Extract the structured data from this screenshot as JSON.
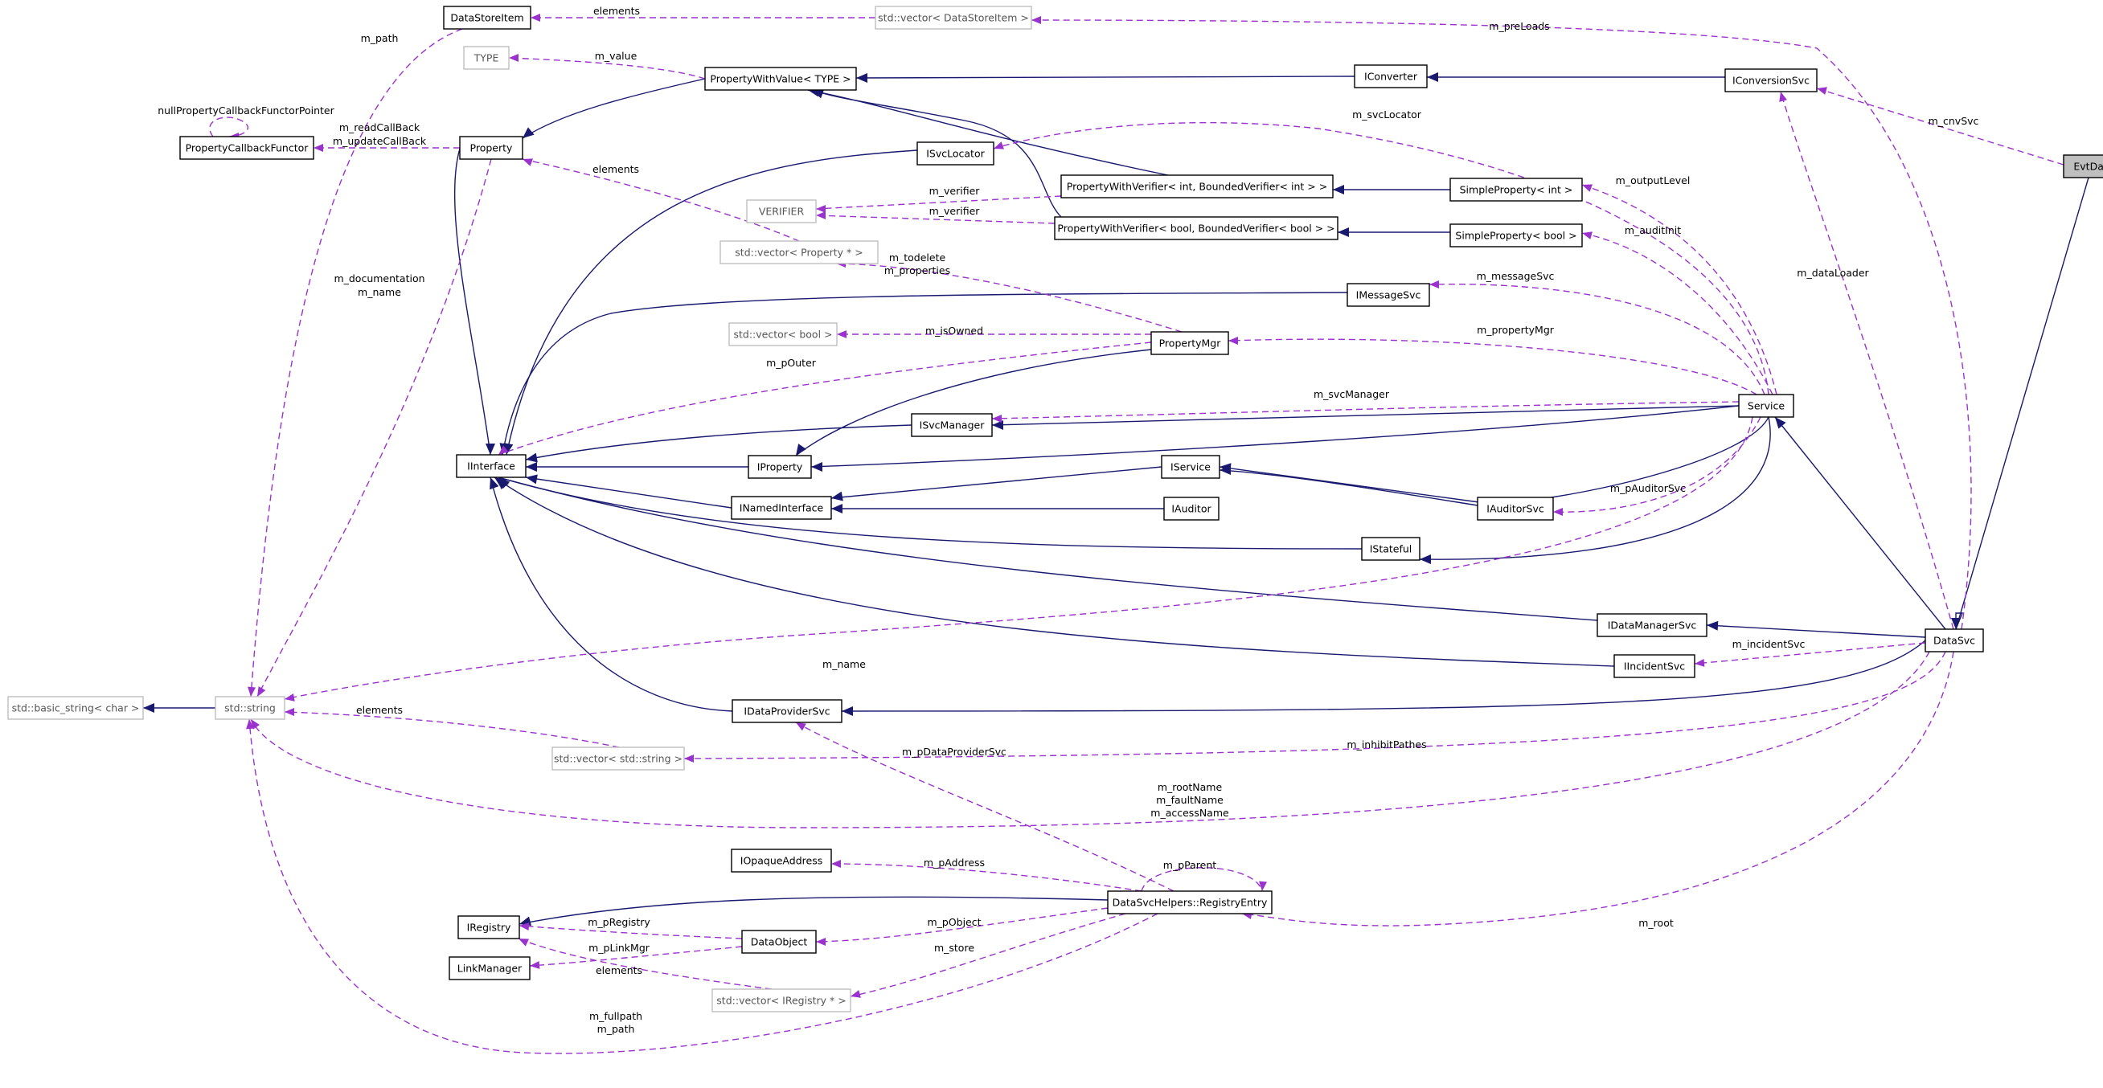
{
  "diagram": {
    "title": "",
    "nodes": {
      "dataStoreItem": "DataStoreItem",
      "vecDataStoreItem": "std::vector< DataStoreItem >",
      "type": "TYPE",
      "propertyWithValue": "PropertyWithValue< TYPE >",
      "iConverter": "IConverter",
      "iConversionSvc": "IConversionSvc",
      "evtDataSvc": "EvtDataSvc",
      "propertyCallbackFunctor": "PropertyCallbackFunctor",
      "property": "Property",
      "iSvcLocator": "ISvcLocator",
      "pwvInt": "PropertyWithVerifier< int, BoundedVerifier< int > >",
      "simplePropertyInt": "SimpleProperty< int >",
      "verifier": "VERIFIER",
      "pwvBool": "PropertyWithVerifier< bool, BoundedVerifier< bool > >",
      "simplePropertyBool": "SimpleProperty< bool >",
      "vecProperty": "std::vector< Property * >",
      "iMessageSvc": "IMessageSvc",
      "vecBool": "std::vector< bool >",
      "propertyMgr": "PropertyMgr",
      "service": "Service",
      "iSvcManager": "ISvcManager",
      "iInterface": "IInterface",
      "iProperty": "IProperty",
      "iService": "IService",
      "iNamedInterface": "INamedInterface",
      "iAuditor": "IAuditor",
      "iAuditorSvc": "IAuditorSvc",
      "iStateful": "IStateful",
      "iDataManagerSvc": "IDataManagerSvc",
      "dataSvc": "DataSvc",
      "iIncidentSvc": "IIncidentSvc",
      "basicString": "std::basic_string< char >",
      "stdString": "std::string",
      "iDataProviderSvc": "IDataProviderSvc",
      "vecString": "std::vector< std::string >",
      "iOpaqueAddress": "IOpaqueAddress",
      "registryEntry": "DataSvcHelpers::RegistryEntry",
      "iRegistry": "IRegistry",
      "dataObject": "DataObject",
      "linkManager": "LinkManager",
      "vecIRegistry": "std::vector< IRegistry * >"
    },
    "edge_labels": {
      "elements_top": "elements",
      "m_preLoads": "m_preLoads",
      "m_path_top": "m_path",
      "m_value": "m_value",
      "nullPropertyCallbackFunctorPointer": "nullPropertyCallbackFunctorPointer",
      "m_readCallBack": "m_readCallBack",
      "m_updateCallBack": "m_updateCallBack",
      "m_cnvSvc": "m_cnvSvc",
      "m_svcLocator": "m_svcLocator",
      "elements_prop": "elements",
      "m_verifier_1": "m_verifier",
      "m_verifier_2": "m_verifier",
      "m_outputLevel": "m_outputLevel",
      "m_auditInit": "m_auditInit",
      "m_dataLoader": "m_dataLoader",
      "m_documentation": "m_documentation",
      "m_name_left": "m_name",
      "m_todelete": "m_todelete",
      "m_properties": "m_properties",
      "m_messageSvc": "m_messageSvc",
      "m_isOwned": "m_isOwned",
      "m_propertyMgr": "m_propertyMgr",
      "m_pOuter": "m_pOuter",
      "m_svcManager": "m_svcManager",
      "m_pAuditorSvc": "m_pAuditorSvc",
      "m_incidentSvc": "m_incidentSvc",
      "m_name_mid": "m_name",
      "elements_str": "elements",
      "m_pDataProviderSvc": "m_pDataProviderSvc",
      "m_inhibitPathes": "m_inhibitPathes",
      "m_rootName": "m_rootName",
      "m_faultName": "m_faultName",
      "m_accessName": "m_accessName",
      "m_pParent": "m_pParent",
      "m_pAddress": "m_pAddress",
      "m_pRegistry": "m_pRegistry",
      "m_pObject": "m_pObject",
      "m_root": "m_root",
      "m_pLinkMgr": "m_pLinkMgr",
      "m_store": "m_store",
      "elements_reg": "elements",
      "m_fullpath": "m_fullpath",
      "m_path_bottom": "m_path"
    },
    "colors": {
      "inheritance": "#191970",
      "usage": "#9a32cd",
      "external_border": "#bfbfbf",
      "focus_fill": "#bfbfbf"
    }
  }
}
